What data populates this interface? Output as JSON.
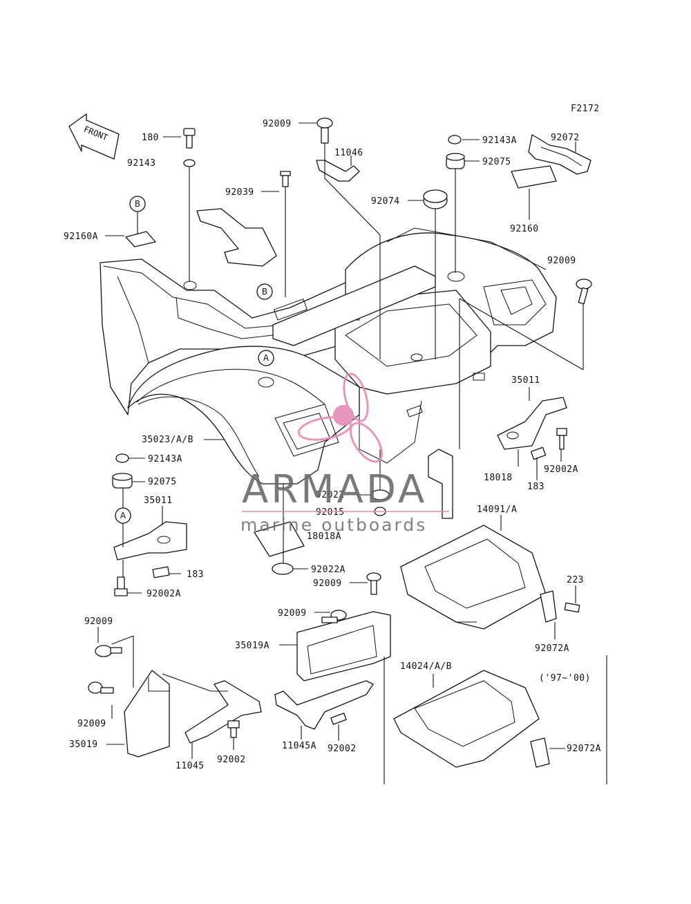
{
  "diagram_code": "F2172",
  "front_arrow_text": "FRONT",
  "callouts": {
    "a": "A",
    "b": "B"
  },
  "year_note": "('97~'00)",
  "watermark": {
    "brand": "ARMADA",
    "tagline": "marine outboards",
    "accent_color": "#e58ab5",
    "text_color": "#6b6b6b"
  },
  "labels": {
    "l180": "180",
    "l92143": "92143",
    "l92160A": "92160A",
    "l92009_top": "92009",
    "l11046": "11046",
    "l92039": "92039",
    "l92143A_top": "92143A",
    "l92075_top": "92075",
    "l92072": "92072",
    "l92074": "92074",
    "l92160": "92160",
    "l92009_right": "92009",
    "l35011_right": "35011",
    "l18018": "18018",
    "l183_right": "183",
    "l92002A_right": "92002A",
    "l35023": "35023/A/B",
    "l92143A_left": "92143A",
    "l92075_left": "92075",
    "l35011_left": "35011",
    "l92022": "92022",
    "l92015": "92015",
    "l18018A": "18018A",
    "l183_left": "183",
    "l92002A_left": "92002A",
    "l92022A": "92022A",
    "l14091": "14091/A",
    "l223": "223",
    "l92009_mid": "92009",
    "l92072A_right": "92072A",
    "l92009_mid2": "92009",
    "l35019A": "35019A",
    "l92009_bl1": "92009",
    "l92009_bl2": "92009",
    "l35019": "35019",
    "l11045": "11045",
    "l92002_l": "92002",
    "l11045A": "11045A",
    "l92002_m": "92002",
    "l14024": "14024/A/B",
    "l92072A_bottom": "92072A"
  }
}
